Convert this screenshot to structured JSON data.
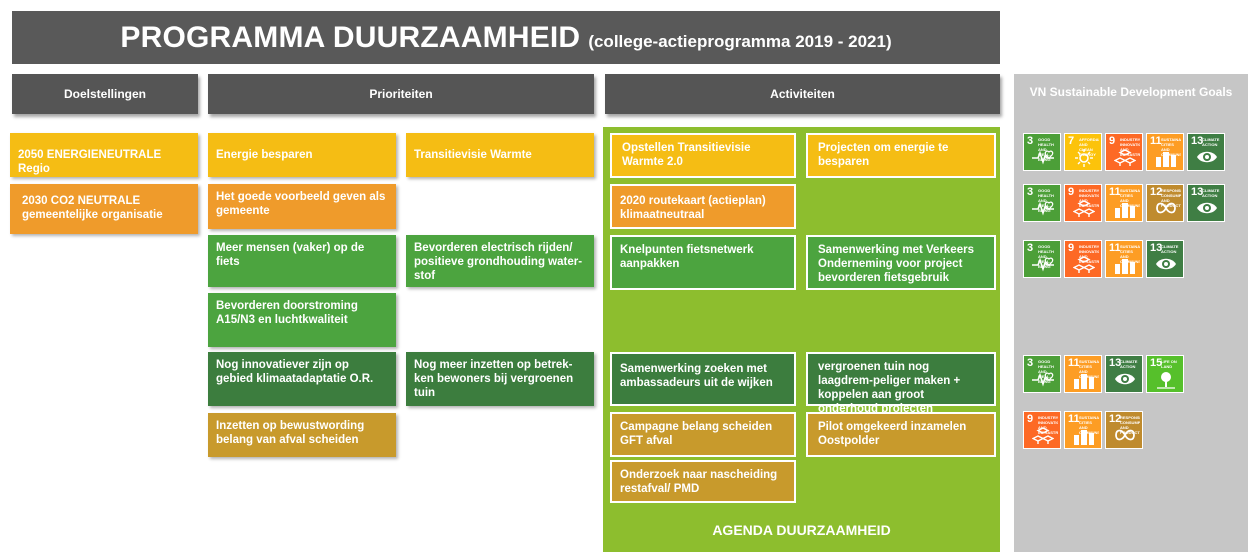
{
  "title": {
    "main": "PROGRAMMA DUURZAAMHEID",
    "sub": "(college-actieprogramma 2019 - 2021)"
  },
  "headers": {
    "doelstellingen": "Doelstellingen",
    "prioriteiten": "Prioriteiten",
    "activiteiten": "Activiteiten",
    "sdg": "VN Sustainable Development Goals"
  },
  "doelstellingen": [
    "2050 ENERGIENEUTRALE Regio",
    "2030 CO2 NEUTRALE gemeentelijke organisatie"
  ],
  "prioriteiten": [
    "Energie besparen",
    "Transitievisie Warmte",
    "Het goede voorbeeld geven als gemeente",
    "Meer mensen (vaker) op de fiets",
    "Bevorderen electrisch rijden/ positieve grondhouding water-stof",
    "Bevorderen doorstroming A15/N3 en luchtkwaliteit",
    "Nog innovatiever zijn op gebied klimaatadaptatie O.R.",
    "Nog meer inzetten op betrek-ken bewoners bij vergroenen tuin",
    "Inzetten op bewustwording belang van afval scheiden"
  ],
  "activiteiten": [
    "Opstellen Transitievisie Warmte 2.0",
    "Projecten om energie te besparen",
    "2020 routekaart (actieplan) klimaatneutraal",
    "Knelpunten fietsnetwerk aanpakken",
    "Samenwerking met Verkeers Onderneming voor project bevorderen fietsgebruik",
    "Samenwerking zoeken met ambassadeurs uit de wijken",
    "vergroenen tuin nog laagdrem-peliger maken + koppelen aan groot onderhoud projecten",
    "Campagne belang scheiden GFT afval",
    "Pilot omgekeerd inzamelen Oostpolder",
    "Onderzoek naar nascheiding restafval/ PMD"
  ],
  "agenda": "AGENDA DUURZAAMHEID",
  "sdg_names": {
    "3": "GOOD HEALTH AND WELL-BEING",
    "7": "AFFORDABLE AND CLEAN ENERGY",
    "9": "INDUSTRY, INNOVATION AND INFRASTRUCTURE",
    "11": "SUSTAINABLE CITIES AND COMMUNITIES",
    "12": "RESPONSIBLE CONSUMPTION AND PRODUCTION",
    "13": "CLIMATE ACTION",
    "15": "LIFE ON LAND"
  },
  "sdg_colors": {
    "3": "#4c9f38",
    "7": "#fcc30b",
    "9": "#fd6925",
    "11": "#fd9d24",
    "12": "#bf8b2e",
    "13": "#3f7e44",
    "15": "#56c02b"
  },
  "sdg_rows": [
    [
      "3",
      "7",
      "9",
      "11",
      "13"
    ],
    [
      "3",
      "9",
      "11",
      "12",
      "13"
    ],
    [
      "3",
      "9",
      "11",
      "13"
    ],
    [
      "3",
      "11",
      "13",
      "15"
    ],
    [
      "9",
      "11",
      "12"
    ]
  ],
  "sdg_icons": {
    "3": "heartbeat-icon",
    "7": "sun-power-icon",
    "9": "cubes-icon",
    "11": "buildings-icon",
    "12": "infinity-icon",
    "13": "eye-globe-icon",
    "15": "tree-birds-icon"
  }
}
